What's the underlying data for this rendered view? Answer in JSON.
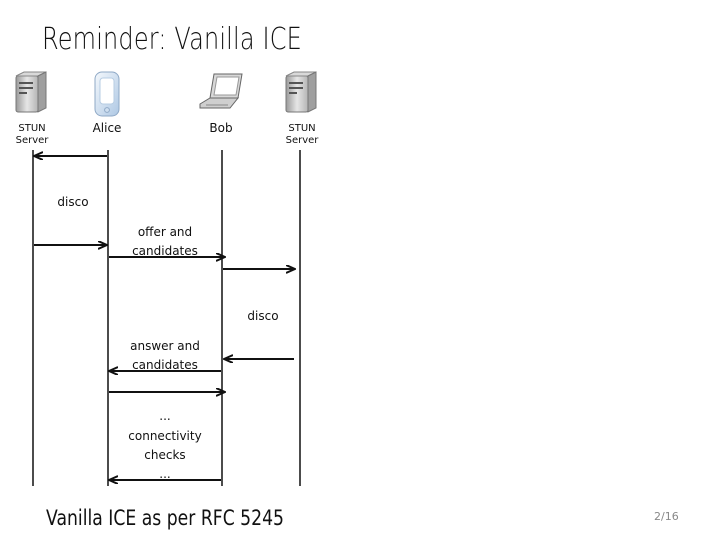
{
  "slide": {
    "title": "Reminder: Vanilla ICE",
    "caption": "Vanilla ICE as per RFC 5245",
    "page_number": "2/16"
  },
  "participants": [
    {
      "id": "stun-left",
      "label_lines": [
        "STUN",
        "Server"
      ],
      "icon": "server-icon"
    },
    {
      "id": "alice",
      "label_lines": [
        "Alice"
      ],
      "icon": "phone-icon"
    },
    {
      "id": "bob",
      "label_lines": [
        "Bob"
      ],
      "icon": "laptop-icon"
    },
    {
      "id": "stun-right",
      "label_lines": [
        "STUN",
        "Server"
      ],
      "icon": "server-icon"
    }
  ],
  "messages": [
    {
      "from": "alice",
      "to": "stun-left"
    },
    {
      "from": "stun-left",
      "to": "alice"
    },
    {
      "from": "alice",
      "to": "bob"
    },
    {
      "from": "bob",
      "to": "stun-right"
    },
    {
      "from": "stun-right",
      "to": "bob"
    },
    {
      "from": "bob",
      "to": "alice"
    },
    {
      "from": "alice",
      "to": "bob"
    },
    {
      "from": "bob",
      "to": "alice"
    }
  ],
  "labels": [
    {
      "lines": [
        "disco"
      ]
    },
    {
      "lines": [
        "offer and",
        "candidates"
      ]
    },
    {
      "lines": [
        "disco"
      ]
    },
    {
      "lines": [
        "answer and",
        "candidates"
      ]
    },
    {
      "lines": [
        "...",
        "connectivity",
        "checks",
        "..."
      ]
    }
  ],
  "colors": {
    "line": "#111111",
    "server_body": "#cfcfcf",
    "phone_body": "#dbe8f5"
  }
}
